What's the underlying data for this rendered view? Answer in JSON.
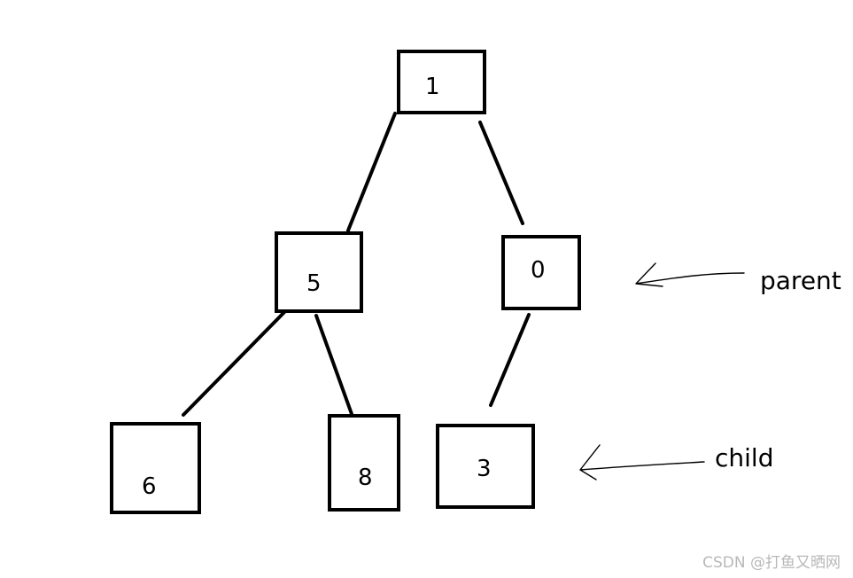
{
  "tree": {
    "nodes": [
      {
        "id": "node-1",
        "label": "1"
      },
      {
        "id": "node-5",
        "label": "5"
      },
      {
        "id": "node-0",
        "label": "0"
      },
      {
        "id": "node-6",
        "label": "6"
      },
      {
        "id": "node-8",
        "label": "8"
      },
      {
        "id": "node-3",
        "label": "3"
      }
    ],
    "edges": [
      {
        "from": "1",
        "to": "5"
      },
      {
        "from": "1",
        "to": "0"
      },
      {
        "from": "5",
        "to": "6"
      },
      {
        "from": "5",
        "to": "8"
      },
      {
        "from": "0",
        "to": "3"
      }
    ]
  },
  "annotations": {
    "parent": "parent",
    "child": "child"
  },
  "watermark": "CSDN @打鱼又晒网"
}
